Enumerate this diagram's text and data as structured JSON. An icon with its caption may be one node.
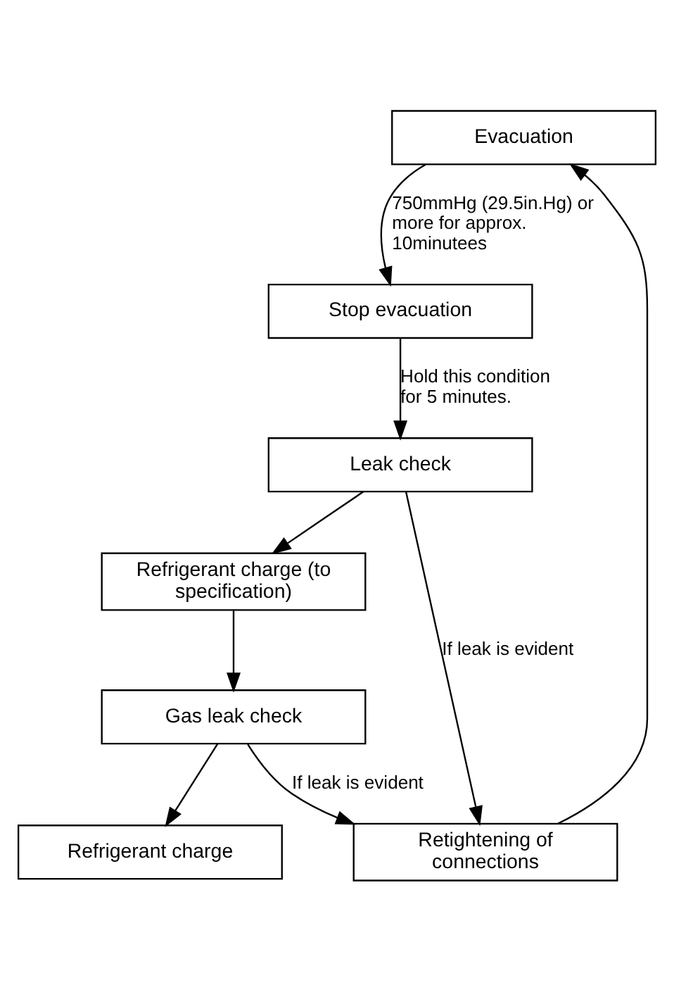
{
  "diagram": {
    "nodes": [
      {
        "text": [
          "Evacuation"
        ]
      },
      {
        "text": [
          "Stop evacuation"
        ]
      },
      {
        "text": [
          "Retightening of connections"
        ]
      },
      {
        "text": [
          "Leak check"
        ]
      },
      {
        "text": [
          "Refrigerant charge (to specification)"
        ]
      },
      {
        "text": [
          "Gas leak check"
        ]
      },
      {
        "text": [
          "Refrigerant charge"
        ]
      }
    ],
    "edges": [
      {
        "from": 0,
        "to": 1,
        "arrow": "to",
        "label": "750mmHg (29.5in.Hg) or more for approx. 10minutees"
      },
      {
        "from": 1,
        "to": 3,
        "arrow": "to",
        "label": "Hold this condition for 5 minutes."
      },
      {
        "from": 3,
        "to": 2,
        "arrow": "to",
        "label": "If leak is evident"
      },
      {
        "from": 2,
        "to": 0,
        "arrow": "to"
      },
      {
        "from": 3,
        "to": 4,
        "arrow": "to"
      },
      {
        "from": 4,
        "to": 5,
        "arrow": "to"
      },
      {
        "from": 5,
        "to": 2,
        "arrow": "to",
        "label": "If leak is evident"
      },
      {
        "from": 5,
        "to": 6,
        "arrow": "to"
      }
    ]
  }
}
